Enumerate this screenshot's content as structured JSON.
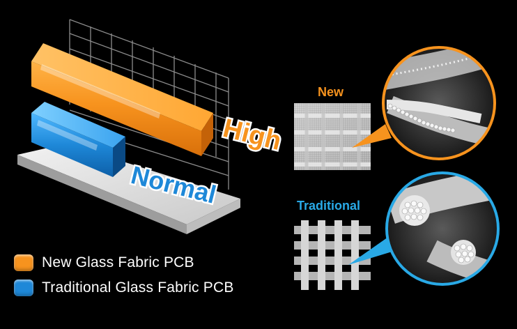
{
  "chart_data": {
    "type": "bar",
    "categories": [
      "New Glass Fabric PCB",
      "Traditional Glass Fabric PCB"
    ],
    "value_labels": [
      "High",
      "Normal"
    ],
    "colors": {
      "new": "#f7931e",
      "traditional": "#1e88d8"
    }
  },
  "legend": [
    {
      "label": "New Glass Fabric PCB",
      "color": "#f7931e"
    },
    {
      "label": "Traditional Glass Fabric PCB",
      "color": "#1e88d8"
    }
  ],
  "right_panel": {
    "new_label": "New",
    "traditional_label": "Traditional",
    "new_color": "#f7931e",
    "traditional_color": "#29a9e6"
  }
}
